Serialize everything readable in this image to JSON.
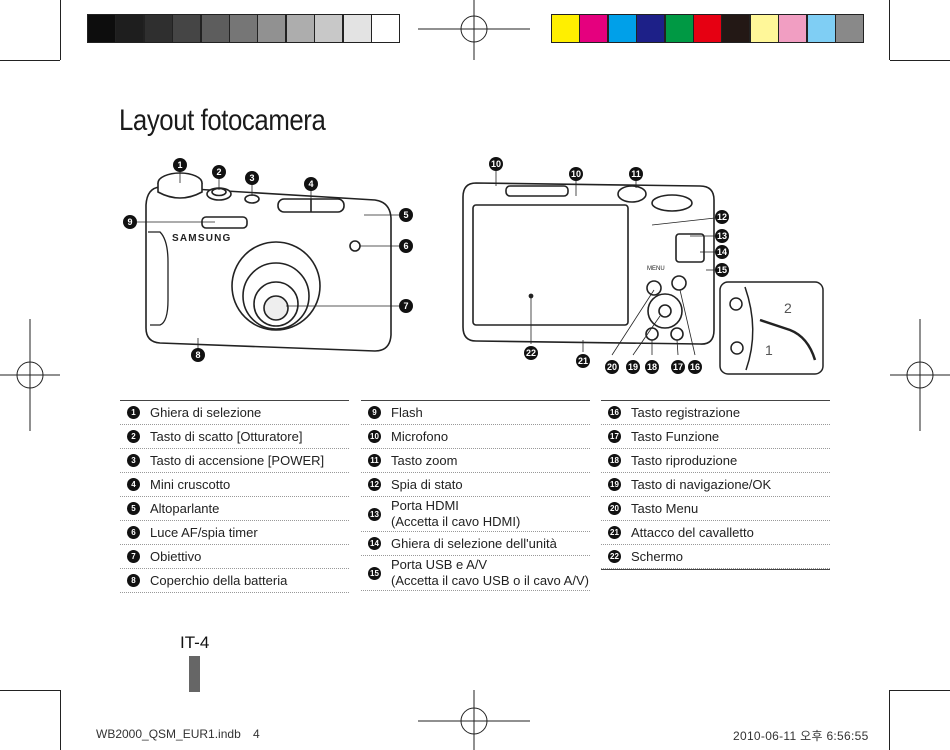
{
  "title": "Layout fotocamera",
  "color_bars": {
    "grays": [
      "#0d0d0d",
      "#1e1e1e",
      "#2f2f2f",
      "#454545",
      "#5d5d5d",
      "#767676",
      "#919191",
      "#adadad",
      "#c8c8c8",
      "#e3e3e3",
      "#ffffff"
    ],
    "colors": [
      "#ffef00",
      "#e5007e",
      "#00a0e9",
      "#1d2088",
      "#009944",
      "#e60012",
      "#231815",
      "#fff799",
      "#f19ec2",
      "#7fcef4",
      "#898989"
    ]
  },
  "diagram": {
    "brand": "SAMSUNG",
    "menu_label": "MENU",
    "strap_step_1": "1",
    "strap_step_2": "2",
    "front_callouts": [
      "1",
      "2",
      "3",
      "4",
      "5",
      "6",
      "7",
      "8",
      "9"
    ],
    "back_callouts": [
      "10",
      "10",
      "11",
      "12",
      "13",
      "14",
      "15",
      "16",
      "17",
      "18",
      "19",
      "20",
      "21",
      "22"
    ]
  },
  "legend": [
    [
      {
        "num": "1",
        "label": "Ghiera di selezione"
      },
      {
        "num": "2",
        "label": "Tasto di scatto [Otturatore]"
      },
      {
        "num": "3",
        "label": "Tasto di accensione [POWER]"
      },
      {
        "num": "4",
        "label": "Mini cruscotto"
      },
      {
        "num": "5",
        "label": "Altoparlante"
      },
      {
        "num": "6",
        "label": "Luce AF/spia timer"
      },
      {
        "num": "7",
        "label": "Obiettivo"
      },
      {
        "num": "8",
        "label": "Coperchio della batteria"
      }
    ],
    [
      {
        "num": "9",
        "label": "Flash"
      },
      {
        "num": "10",
        "label": "Microfono"
      },
      {
        "num": "11",
        "label": "Tasto zoom"
      },
      {
        "num": "12",
        "label": "Spia di stato"
      },
      {
        "num": "13",
        "label": "Porta HDMI",
        "label2": "(Accetta il cavo HDMI)"
      },
      {
        "num": "14",
        "label": "Ghiera di selezione dell'unità"
      },
      {
        "num": "15",
        "label": "Porta USB e A/V",
        "label2": "(Accetta il cavo USB o il cavo A/V)"
      }
    ],
    [
      {
        "num": "16",
        "label": "Tasto registrazione"
      },
      {
        "num": "17",
        "label": "Tasto Funzione"
      },
      {
        "num": "18",
        "label": "Tasto riproduzione"
      },
      {
        "num": "19",
        "label": "Tasto di navigazione/OK"
      },
      {
        "num": "20",
        "label": "Tasto Menu"
      },
      {
        "num": "21",
        "label": "Attacco del cavalletto"
      },
      {
        "num": "22",
        "label": "Schermo"
      }
    ]
  ],
  "page_number": "IT-4",
  "footer": {
    "file": "WB2000_QSM_EUR1.indb",
    "page": "4",
    "datetime": "2010-06-11   오후 6:56:55"
  }
}
